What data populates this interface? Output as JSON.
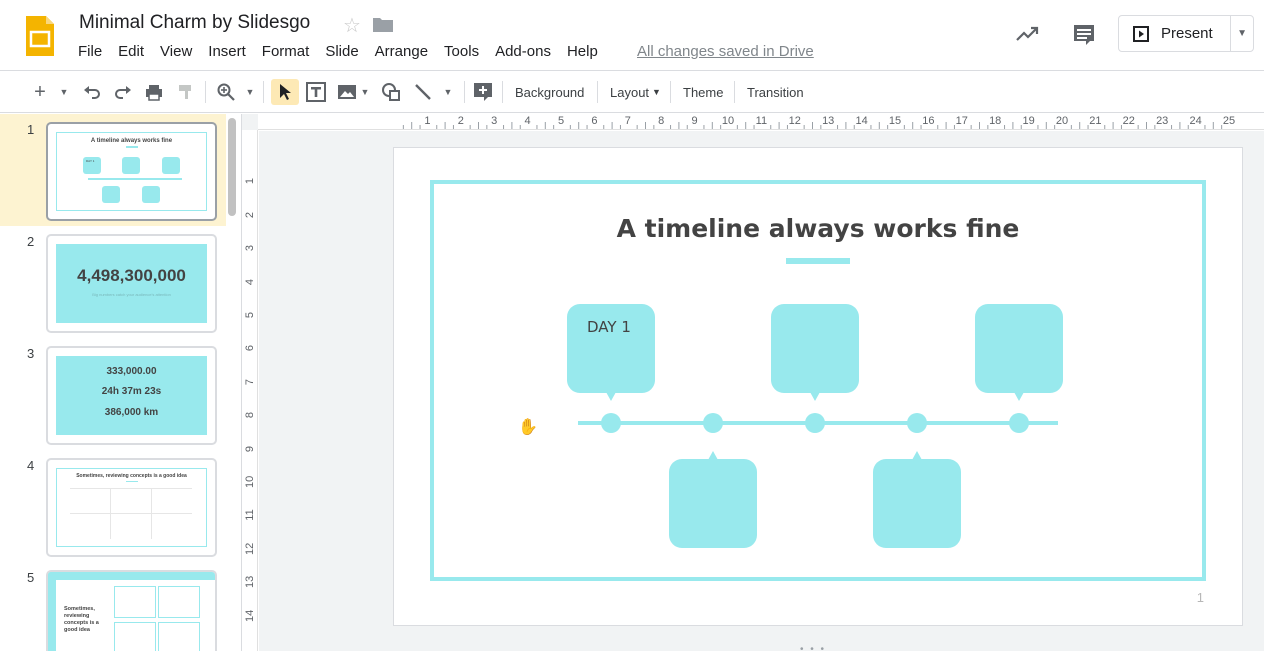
{
  "header": {
    "title": "Minimal Charm by Slidesgo",
    "save_status": "All changes saved in Drive",
    "present_label": "Present"
  },
  "menu": [
    "File",
    "Edit",
    "View",
    "Insert",
    "Format",
    "Slide",
    "Arrange",
    "Tools",
    "Add-ons",
    "Help"
  ],
  "toolbar": {
    "background_label": "Background",
    "layout_label": "Layout",
    "theme_label": "Theme",
    "transition_label": "Transition"
  },
  "filmstrip": {
    "slides": [
      {
        "num": "1",
        "title": "A timeline always works fine",
        "day": "DAY 1"
      },
      {
        "num": "2",
        "big": "4,498,300,000",
        "caption": "Big numbers catch your audience's attention"
      },
      {
        "num": "3",
        "line1": "333,000.00",
        "line2": "24h 37m 23s",
        "line3": "386,000 km"
      },
      {
        "num": "4",
        "title": "Sometimes, reviewing concepts is a good idea"
      },
      {
        "num": "5",
        "title": "Sometimes, reviewing concepts is a good idea"
      }
    ]
  },
  "rulers": {
    "h": [
      "1",
      "2",
      "3",
      "4",
      "5",
      "6",
      "7",
      "8",
      "9",
      "10",
      "11",
      "12",
      "13",
      "14",
      "15",
      "16",
      "17",
      "18",
      "19",
      "20",
      "21",
      "22",
      "23",
      "24",
      "25"
    ],
    "v": [
      "1",
      "2",
      "3",
      "4",
      "5",
      "6",
      "7",
      "8",
      "9",
      "10",
      "11",
      "12",
      "13",
      "14"
    ]
  },
  "slide": {
    "title": "A timeline always works fine",
    "bubble_label": "DAY 1",
    "page_number": "1"
  },
  "colors": {
    "accent": "#98e9ed",
    "text_dark": "#434343",
    "selected_thumb_bg": "#fff3cd"
  }
}
